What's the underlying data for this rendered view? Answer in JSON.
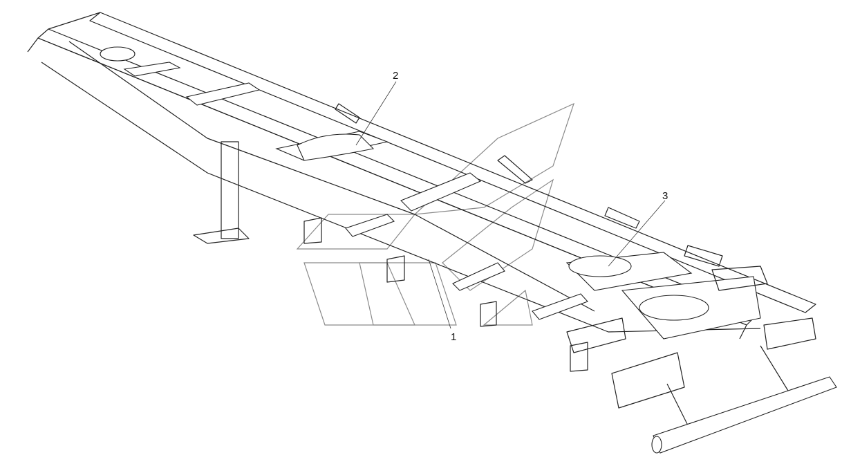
{
  "callouts": [
    {
      "id": "1",
      "label": "1"
    },
    {
      "id": "2",
      "label": "2"
    },
    {
      "id": "3",
      "label": "3"
    }
  ],
  "colors": {
    "line": "#222222",
    "watermark": "#8a8a8a",
    "background": "#ffffff"
  }
}
